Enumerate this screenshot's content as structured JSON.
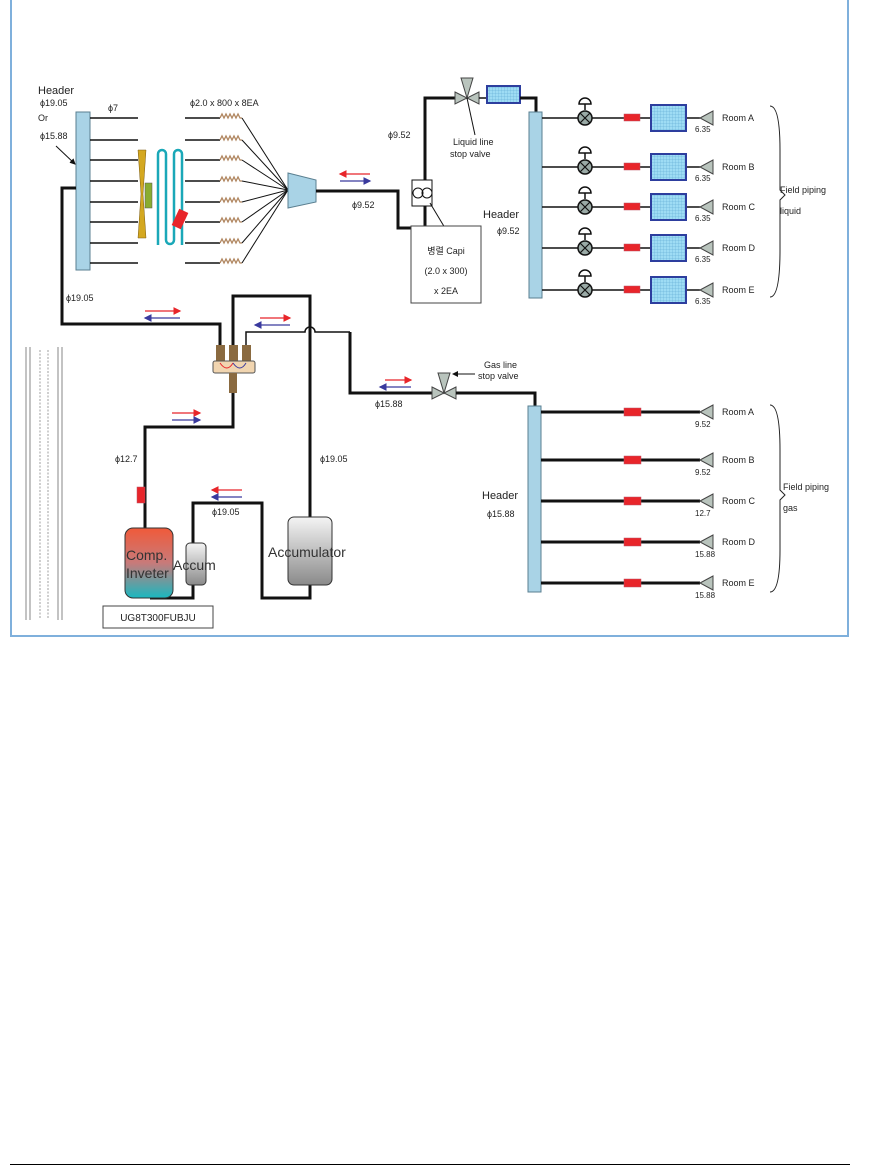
{
  "outdoor": {
    "header_label": "Header",
    "header_dia_1": "ϕ19.05",
    "header_or": "Or",
    "header_dia_2": "ϕ15.88",
    "tube_dia": "ϕ7",
    "capillary_spec": "ϕ2.0 x 800 x 8EA",
    "distributor_out_dia": "ϕ9.52",
    "liquid_up_dia": "ϕ9.52",
    "suction_dia": "ϕ19.05",
    "capi_box": [
      "병렬 Capi",
      "(2.0 x 300)",
      "x 2EA"
    ],
    "liquid_valve_label": [
      "Liquid line",
      "stop valve"
    ],
    "gas_valve_label": [
      "Gas line",
      "stop valve"
    ],
    "gas_main_dia": "ϕ15.88",
    "discharge_dia": "ϕ12.7",
    "accum_link_dia": "ϕ19.05",
    "accum_in_dia": "ϕ19.05",
    "compressor_label": [
      "Comp.",
      "Inveter"
    ],
    "small_accum_label": "Accum",
    "accumulator_label": "Accumulator",
    "model": "UG8T300FUBJU"
  },
  "liquid_side": {
    "header_label": "Header",
    "header_dia": "ϕ9.52",
    "rooms": [
      {
        "name": "Room A",
        "dia": "6.35"
      },
      {
        "name": "Room B",
        "dia": "6.35"
      },
      {
        "name": "Room C",
        "dia": "6.35"
      },
      {
        "name": "Room D",
        "dia": "6.35"
      },
      {
        "name": "Room E",
        "dia": "6.35"
      }
    ],
    "brace_label": [
      "Field piping",
      "liquid"
    ]
  },
  "gas_side": {
    "header_label": "Header",
    "header_dia": "ϕ15.88",
    "rooms": [
      {
        "name": "Room A",
        "dia": "9.52"
      },
      {
        "name": "Room B",
        "dia": "9.52"
      },
      {
        "name": "Room C",
        "dia": "12.7"
      },
      {
        "name": "Room D",
        "dia": "15.88"
      },
      {
        "name": "Room E",
        "dia": "15.88"
      }
    ],
    "brace_label": [
      "Field piping",
      "gas"
    ]
  },
  "colors": {
    "flow_heating": "#e8252a",
    "flow_cooling": "#3a3a9e",
    "header": "#a9d3e6",
    "coil": "#1aa8b8",
    "frame": "#7fb0dc"
  }
}
